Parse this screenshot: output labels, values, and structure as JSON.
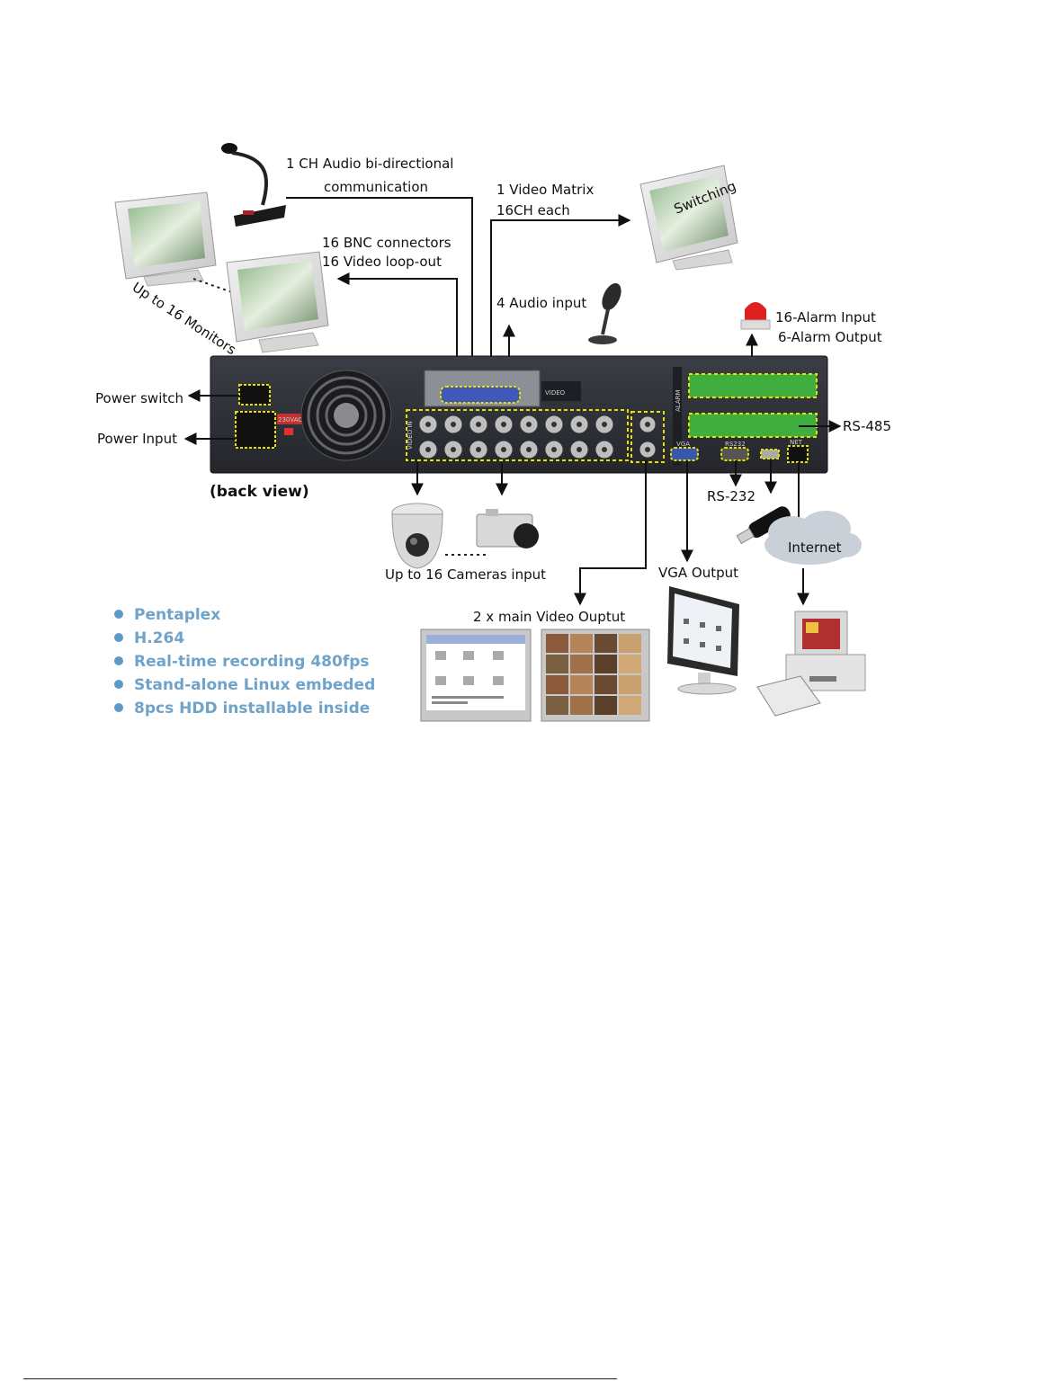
{
  "colors": {
    "feature_text": "#6fa3c9",
    "bullet": "#5b9bc6",
    "panel": "#2f3138",
    "highlight": "#e8e000",
    "terminal_green": "#3fae3f",
    "connector_blue": "#3b5bb0",
    "cloud": "#c9d0d8"
  },
  "labels": {
    "audio_bidir_line1": "1 CH Audio bi-directional",
    "audio_bidir_line2": "communication",
    "video_matrix_line1": "1 Video Matrix",
    "video_matrix_line2": "16CH each",
    "switching": "Switching",
    "bnc_line1": "16 BNC connectors",
    "bnc_line2": "16 Video loop-out",
    "monitors": "Up to 16 Monitors",
    "audio_input": "4 Audio input",
    "alarm_input": "16-Alarm Input",
    "alarm_output": "6-Alarm Output",
    "power_switch": "Power switch",
    "power_input": "Power Input",
    "rs485": "RS-485",
    "rs232": "RS-232",
    "back_view": "(back view)",
    "cameras": "Up to 16 Cameras input",
    "vga_output": "VGA Output",
    "internet": "Internet",
    "main_video_output": "2 x main Video Ouptut"
  },
  "panel_markings": {
    "video": "VIDEO",
    "video_in": "VIDEO IN",
    "alarm": "ALARM",
    "vga": "VGA",
    "rs232": "RS232",
    "net": "NET",
    "voltage": "230VAC"
  },
  "icons": {
    "microphone": "gooseneck-microphone-icon",
    "monitor": "crt-monitor-icon",
    "mic_small": "audio-microphone-icon",
    "alarm_light": "alarm-beacon-icon",
    "dome_camera": "dome-camera-icon",
    "box_camera": "box-camera-icon",
    "usb": "usb-stick-icon",
    "cloud": "cloud-icon",
    "computer": "desktop-computer-icon"
  },
  "features": [
    "Pentaplex",
    "H.264",
    "Real-time recording 480fps",
    "Stand-alone Linux embeded",
    "8pcs HDD installable inside"
  ]
}
